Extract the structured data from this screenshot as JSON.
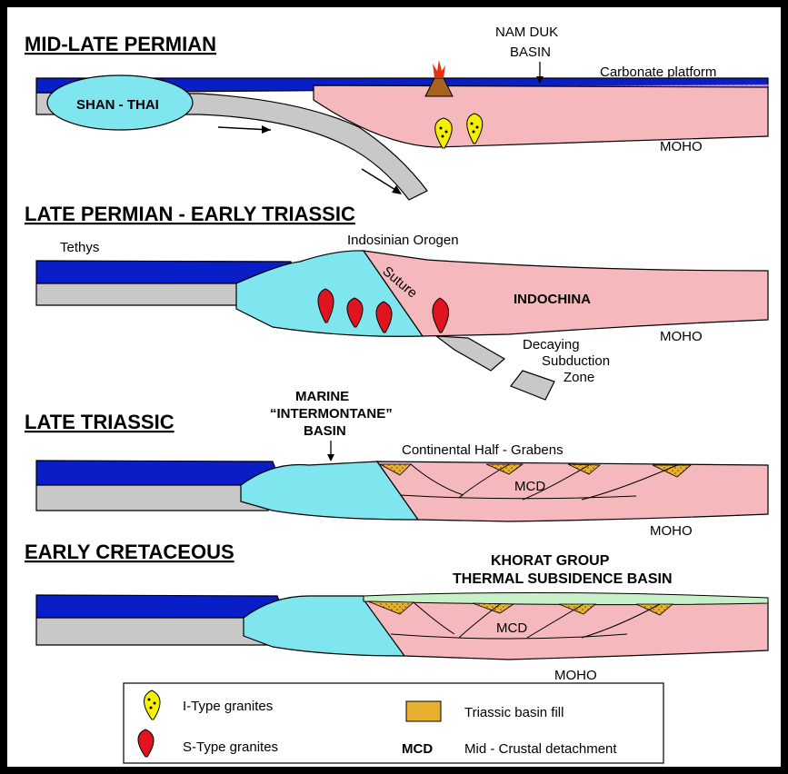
{
  "colors": {
    "ocean": "#0a1ec8",
    "shan_thai": "#7fe6f0",
    "indochina": "#f5b8bd",
    "slab": "#c8c8c8",
    "i_type": "#f5f000",
    "s_type": "#e0141e",
    "basin_fill": "#e8b030",
    "thermal_basin": "#c8f0c8",
    "carbonate": "#9966cc"
  },
  "stages": [
    {
      "title": "MID-LATE PERMIAN",
      "labels": {
        "shan_thai": "SHAN - THAI",
        "nam_duk": "NAM DUK",
        "basin": "BASIN",
        "carbonate": "Carbonate platform",
        "moho": "MOHO"
      }
    },
    {
      "title": "LATE PERMIAN - EARLY TRIASSIC",
      "labels": {
        "tethys": "Tethys",
        "orogen": "Indosinian Orogen",
        "suture": "Suture",
        "indochina": "INDOCHINA",
        "moho": "MOHO",
        "decaying": "Decaying",
        "subduction": "Subduction",
        "zone": "Zone"
      }
    },
    {
      "title": "LATE TRIASSIC",
      "labels": {
        "marine": "MARINE",
        "intermontane": "“INTERMONTANE”",
        "basin": "BASIN",
        "half_grabens": "Continental Half - Grabens",
        "mcd": "MCD",
        "moho": "MOHO"
      }
    },
    {
      "title": "EARLY CRETACEOUS",
      "labels": {
        "khorat": "KHORAT GROUP",
        "thermal": "THERMAL SUBSIDENCE BASIN",
        "mcd": "MCD",
        "moho": "MOHO"
      }
    }
  ],
  "legend": {
    "i_type": "I-Type granites",
    "s_type": "S-Type granites",
    "triassic_fill": "Triassic basin fill",
    "mcd_abbr": "MCD",
    "mcd_desc": "Mid - Crustal detachment"
  }
}
